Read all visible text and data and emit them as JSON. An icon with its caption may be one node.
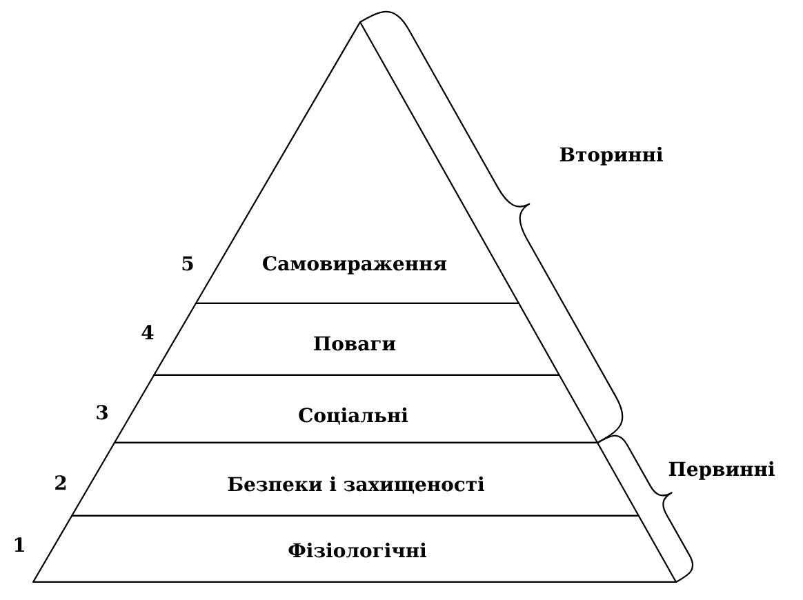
{
  "diagram": {
    "nodes": [
      {
        "text": [
          "Самовираження"
        ],
        "beside": [
          "5"
        ]
      },
      {
        "text": [
          "Поваги"
        ],
        "beside": [
          "4"
        ]
      },
      {
        "text": [
          "Соціальні"
        ],
        "beside": [
          "3"
        ]
      },
      {
        "text": [
          "Безпеки і захищеності"
        ],
        "beside": [
          "2"
        ]
      },
      {
        "text": [
          "Фізіологічні"
        ],
        "beside": [
          "1"
        ]
      }
    ],
    "labels": [
      "Вторинні",
      "Первинні"
    ]
  }
}
